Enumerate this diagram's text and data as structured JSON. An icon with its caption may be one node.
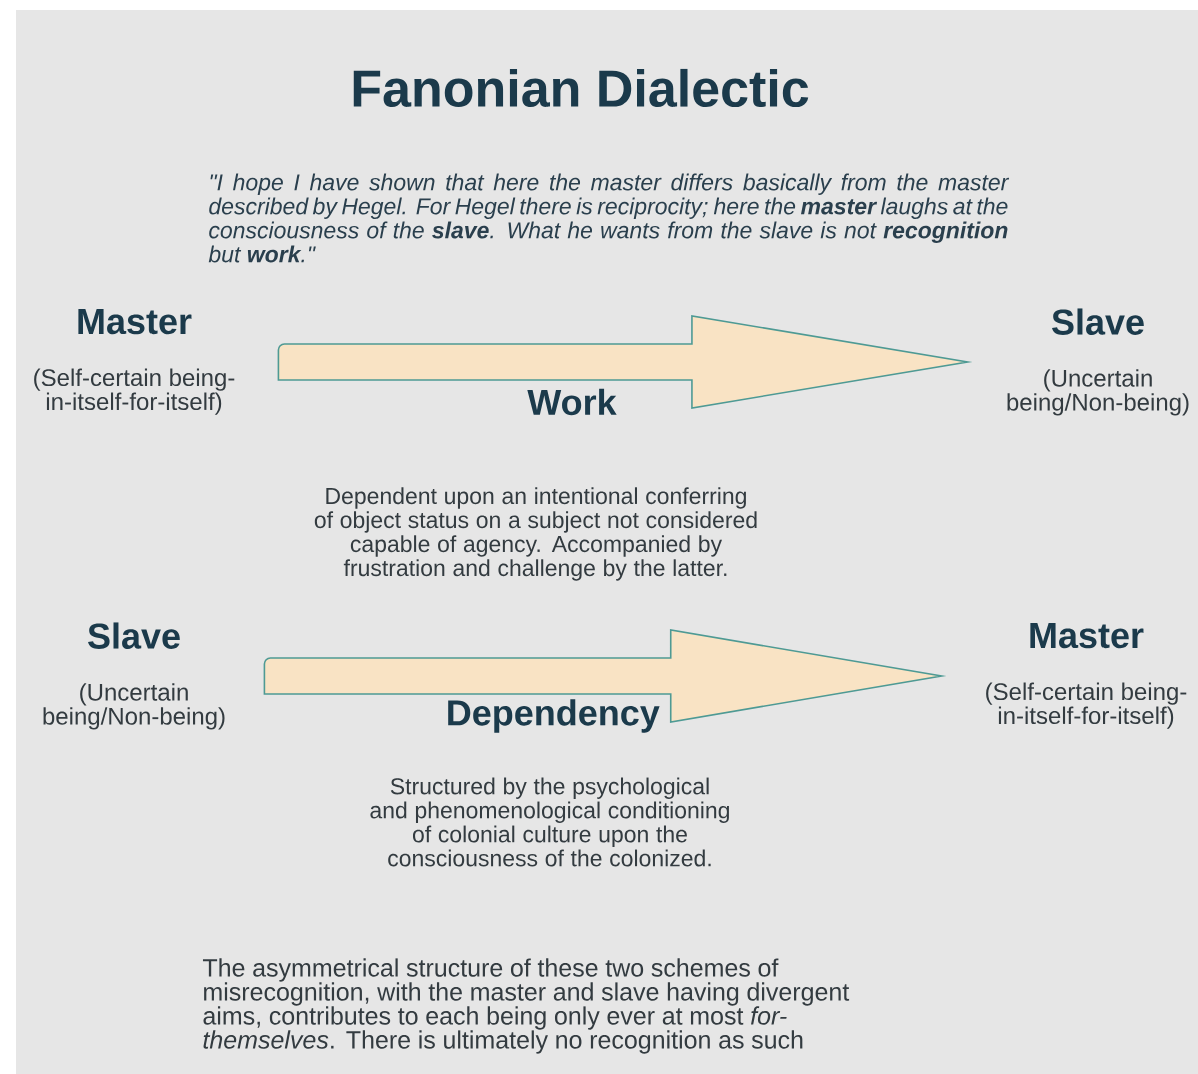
{
  "diagram": {
    "title": "Fanonian Dialectic",
    "nodes": [
      {
        "text": [
          "Master",
          "(Self-certain being-in-itself-for-itself)"
        ]
      },
      {
        "text": [
          "Slave",
          "(Uncertain being/Non-being)"
        ]
      },
      {
        "text": [
          "Slave",
          "(Uncertain being/Non-being)"
        ]
      },
      {
        "text": [
          "Master",
          "(Self-certain being-in-itself-for-itself)"
        ]
      }
    ],
    "edges": [
      {
        "from": 0,
        "to": 1,
        "arrow": "to",
        "label": "Work"
      },
      {
        "from": 2,
        "to": 3,
        "arrow": "to",
        "label": "Dependency"
      }
    ],
    "labels": [
      "\"I hope I have shown that here the master differs basically from the master described by Hegel. For Hegel there is reciprocity; here the **master** laughs at the consciousness of the **slave**. What he wants from the slave is not **recognition** but **work**.\"",
      "Dependent upon an intentional conferring of object status on a subject not considered capable of agency. Accompanied by frustration and challenge by the latter.",
      "Structured by the psychological and phenomenological conditioning of colonial culture upon the consciousness of the colonized.",
      "The asymmetrical structure of these two schemes of misrecognition, with the master and slave having divergent aims, contributes to each being only ever at most *for-themselves*. There is ultimately no recognition as such"
    ]
  }
}
